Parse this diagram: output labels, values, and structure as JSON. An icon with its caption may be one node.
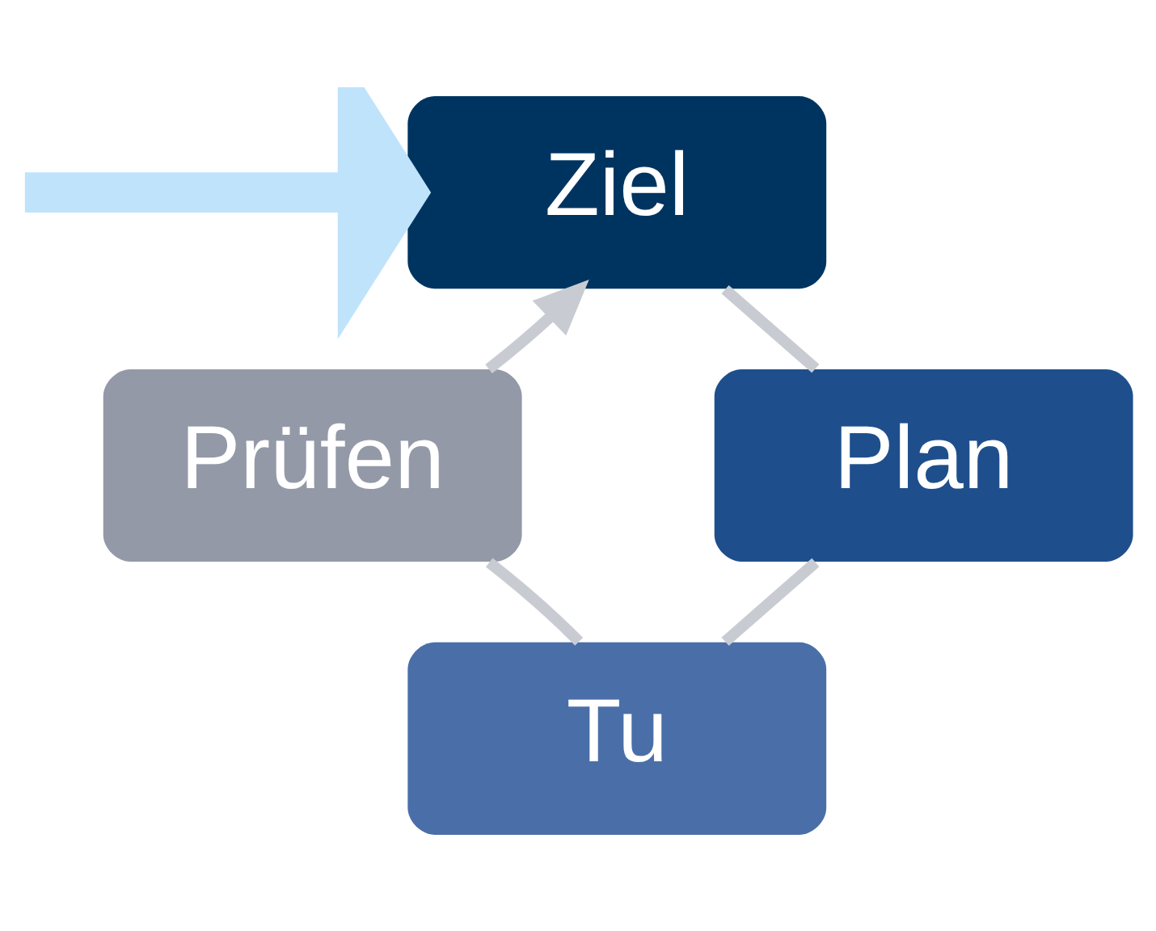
{
  "diagram": {
    "nodes": [
      {
        "text": [
          "Ziel"
        ]
      },
      {
        "text": [
          "Plan"
        ]
      },
      {
        "text": [
          "Tu"
        ]
      },
      {
        "text": [
          "Prüfen"
        ]
      }
    ],
    "edges": [
      {
        "from": null,
        "to": 0,
        "arrow": "to",
        "style": "thick",
        "color": "#bfe3fb"
      },
      {
        "from": 0,
        "to": 1,
        "arrow": "none"
      },
      {
        "from": 1,
        "to": 2,
        "arrow": "none"
      },
      {
        "from": 2,
        "to": 3,
        "arrow": "none"
      },
      {
        "from": 3,
        "to": 0,
        "arrow": "to"
      }
    ]
  }
}
